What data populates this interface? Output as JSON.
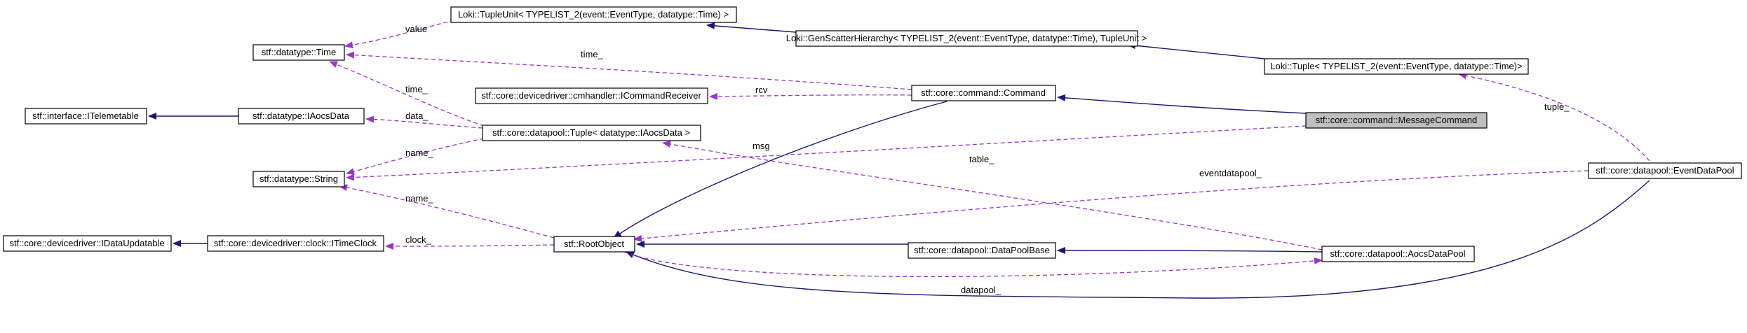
{
  "diagram": {
    "colors": {
      "inheritance_edge": "#191970",
      "usage_edge": "#9a32cd",
      "highlight_fill": "#bfbfbf",
      "node_border": "#000000"
    },
    "nodes": {
      "tupleunit": "Loki::TupleUnit< TYPELIST_2(event::EventType, datatype::Time) >",
      "genscatter": "Loki::GenScatterHierarchy< TYPELIST_2(event::EventType, datatype::Time), TupleUnit >",
      "loki_tuple": "Loki::Tuple< TYPELIST_2(event::EventType, datatype::Time)>",
      "time": "stf::datatype::Time",
      "icommandreceiver": "stf::core::devicedriver::cmhandler::ICommandReceiver",
      "command": "stf::core::command::Command",
      "messagecommand": "stf::core::command::MessageCommand",
      "itelemetable": "stf::interface::ITelemetable",
      "iaocsdata": "stf::datatype::IAocsData",
      "dp_tuple": "stf::core::datapool::Tuple< datatype::IAocsData >",
      "string": "stf::datatype::String",
      "idataupdatable": "stf::core::devicedriver::IDataUpdatable",
      "itimeclock": "stf::core::devicedriver::clock::ITimeClock",
      "rootobject": "stf::RootObject",
      "datapoolbase": "stf::core::datapool::DataPoolBase",
      "aocsdatapool": "stf::core::datapool::AocsDataPool",
      "eventdatapool": "stf::core::datapool::EventDataPool"
    },
    "edge_labels": {
      "value": "value",
      "time_cmd": "time_",
      "time_tuple": "time_",
      "rcv": "rcv",
      "data": "data_",
      "name_tuple": "name_",
      "name_root": "name_",
      "msg": "msg",
      "table": "table_",
      "clock": "clock_",
      "eventdatapool": "eventdatapool_",
      "datapool": "datapool_",
      "tuple": "tuple_"
    }
  }
}
